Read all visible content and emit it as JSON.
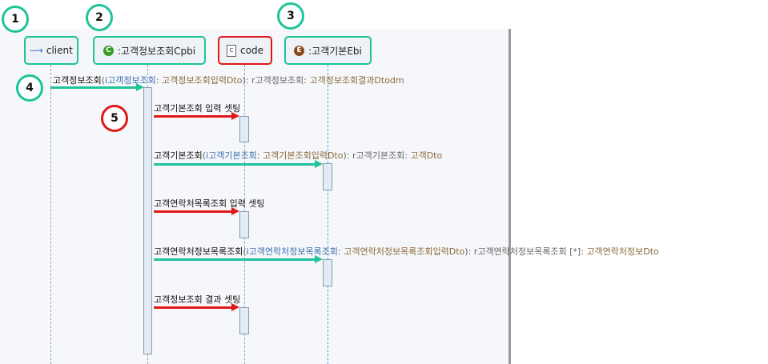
{
  "badges": [
    "1",
    "2",
    "3",
    "4",
    "5"
  ],
  "participants": {
    "client": {
      "label": "client",
      "icon": "dashed-arrow-icon"
    },
    "cpbi": {
      "label": ":고객정보조회Cpbi",
      "icon_letter": "C"
    },
    "code": {
      "label": "code",
      "icon_letter": "c"
    },
    "ebi": {
      "label": ":고객기본Ebi",
      "icon_letter": "E"
    }
  },
  "messages": {
    "m1": {
      "name": "고객정보조회",
      "open": "(",
      "param": "i고객정보조회",
      "sep": ": ",
      "type": "고객정보조회입력Dto",
      "close": "): ",
      "ret": "r고객정보조회",
      "rsep": ": ",
      "rtype": "고객정보조회결과Dtodm"
    },
    "m2": {
      "text": "고객기본조회 입력 셋팅"
    },
    "m3": {
      "name": "고객기본조회",
      "open": "(",
      "param": "i고객기본조회",
      "sep": ": ",
      "type": "고객기본조회입력Dto",
      "close": "): ",
      "ret": "r고객기본조회",
      "rsep": ": ",
      "rtype": "고객Dto"
    },
    "m4": {
      "text": "고객연락처목록조회 입력 셋팅"
    },
    "m5": {
      "name": "고객연락처정보목록조회",
      "open": "(",
      "param": "i고객연락처정보목록조회",
      "sep": ": ",
      "type": "고객연락처정보목록조회입력Dto",
      "close": "): ",
      "ret": "r고객연락처정보목록조회 [*]",
      "rsep": ": ",
      "rtype": "고객연락처정보Dto"
    },
    "m6": {
      "text": "고객정보조회 결과 셋팅"
    }
  },
  "colors": {
    "highlight_green": "#1fc39a",
    "highlight_red": "#e01818"
  }
}
